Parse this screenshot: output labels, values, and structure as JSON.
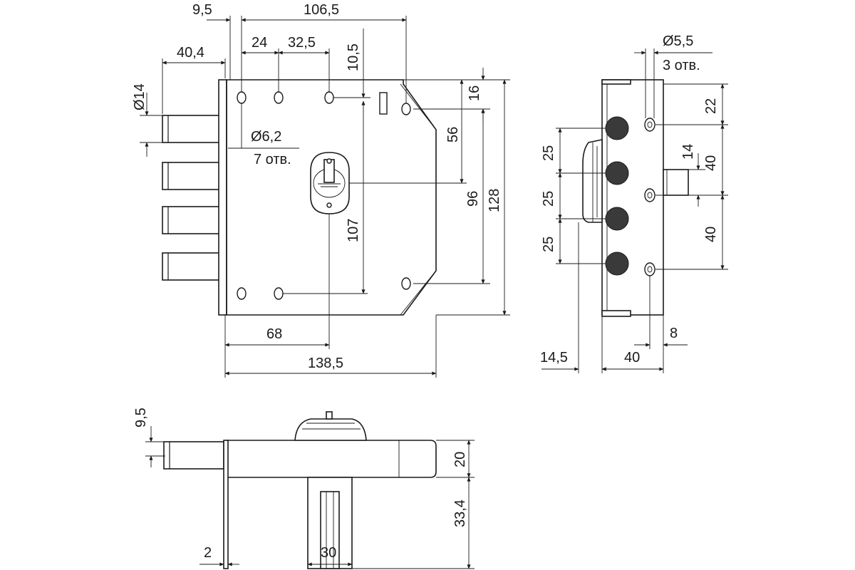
{
  "front_view": {
    "dims": {
      "offset_9_5": "9,5",
      "width_106_5": "106,5",
      "pitch_24": "24",
      "pitch_32_5": "32,5",
      "height_10_5": "10,5",
      "bolt_40_4": "40,4",
      "diam_14": "Ø14",
      "height_16": "16",
      "height_56": "56",
      "hole_diam": "Ø6,2",
      "hole_count": "7 отв.",
      "height_107": "107",
      "height_96": "96",
      "height_128": "128",
      "width_68": "68",
      "width_138_5": "138,5"
    }
  },
  "side_view": {
    "dims": {
      "hole_diam": "Ø5,5",
      "hole_count": "3 отв.",
      "height_22": "22",
      "pitch_25_a": "25",
      "pitch_25_b": "25",
      "pitch_25_c": "25",
      "height_14": "14",
      "height_40_a": "40",
      "height_40_b": "40",
      "width_8": "8",
      "width_14_5": "14,5",
      "width_40": "40"
    }
  },
  "bottom_view": {
    "dims": {
      "offset_9_5": "9,5",
      "height_20": "20",
      "height_33_4": "33,4",
      "width_2": "2",
      "width_30": "30"
    }
  }
}
